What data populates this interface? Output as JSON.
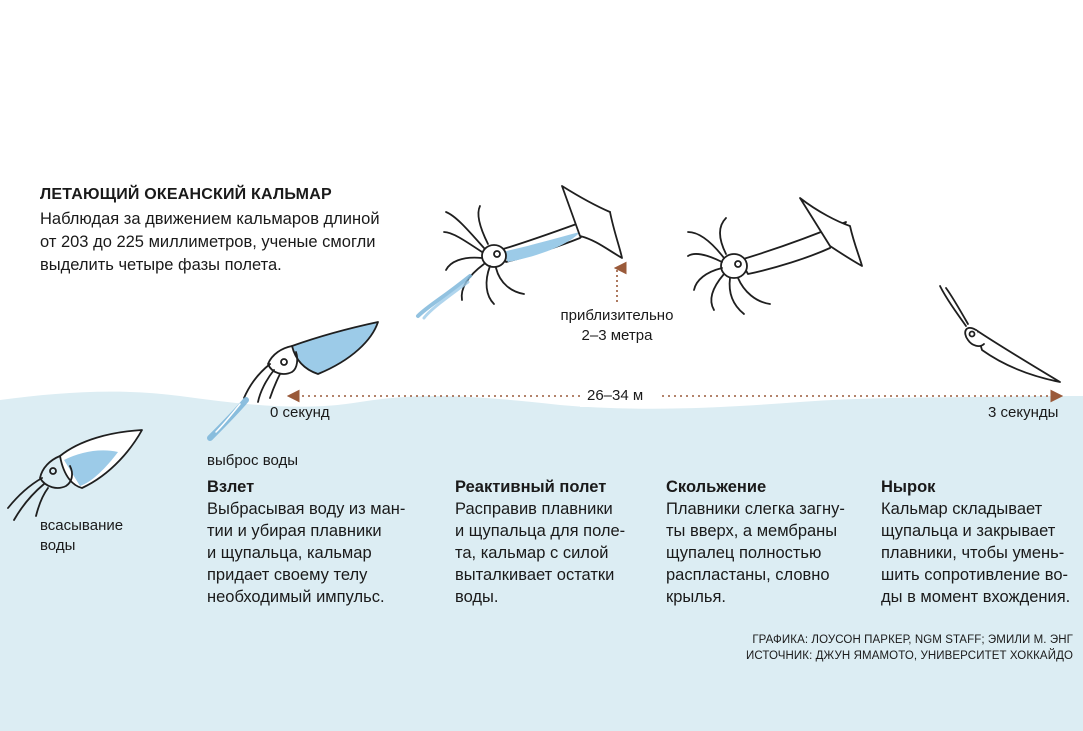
{
  "header": {
    "title": "ЛЕТАЮЩИЙ ОКЕАНСКИЙ КАЛЬМАР",
    "intro_lines": [
      "Наблюдая за движением кальмаров длиной",
      "от 203 до 225 миллиметров, ученые смогли",
      "выделить четыре фазы полета."
    ]
  },
  "labels": {
    "suction": [
      "всасывание",
      "воды"
    ],
    "water_release": "выброс воды",
    "height": [
      "приблизительно",
      "2–3 метра"
    ],
    "distance": "26–34 м",
    "time_start": "0 секунд",
    "time_end": "3 секунды"
  },
  "phases": [
    {
      "title": "Взлет",
      "lines": [
        "Выбрасывая воду из ман-",
        "тии и убирая плавники",
        "и щупальца, кальмар",
        "придает своему телу",
        "необходимый импульс."
      ]
    },
    {
      "title": "Реактивный полет",
      "lines": [
        "Расправив плавники",
        "и щупальца для поле-",
        "та, кальмар с силой",
        "выталкивает остатки",
        "воды."
      ]
    },
    {
      "title": "Скольжение",
      "lines": [
        "Плавники слегка загну-",
        "ты вверх, а мембраны",
        "щупалец полностью",
        "распластаны, словно",
        "крылья."
      ]
    },
    {
      "title": "Нырок",
      "lines": [
        "Кальмар складывает",
        "щупальца и закрывает",
        "плавники, чтобы умень-",
        "шить сопротивление во-",
        "ды в момент вхождения."
      ]
    }
  ],
  "credits": {
    "graphic": "ГРАФИКА: ЛОУСОН ПАРКЕР, NGM STAFF; ЭМИЛИ М. ЭНГ",
    "source": "ИСТОЧНИК: ДЖУН ЯМАМОТО, УНИВЕРСИТЕТ ХОККАЙДО"
  },
  "colors": {
    "sea": "#dcedf3",
    "water_fill": "#9ccbe8",
    "jet": "#7fb7da",
    "outline": "#1f1f1f",
    "arrow": "#9a5a3a"
  }
}
